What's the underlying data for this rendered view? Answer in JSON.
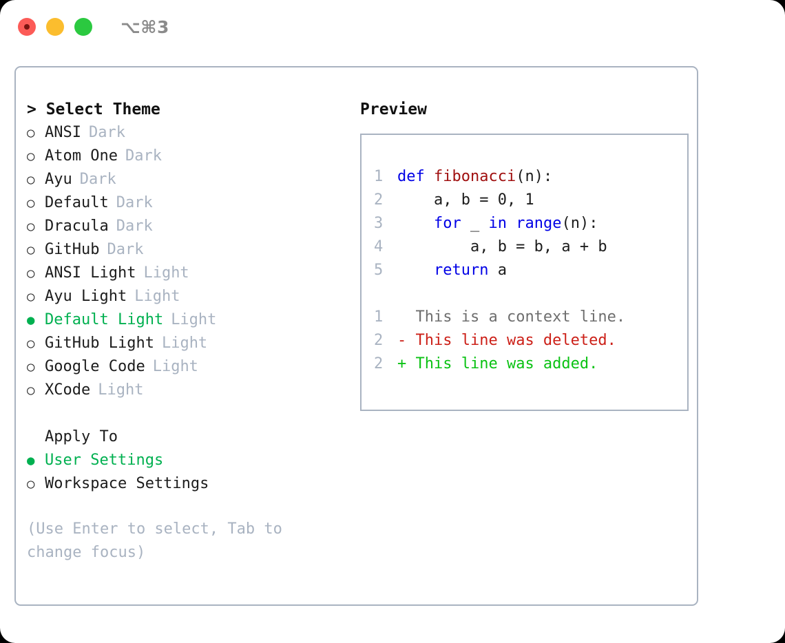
{
  "titlebar": {
    "shortcut": "⌥⌘3",
    "buttons": [
      {
        "name": "close",
        "color": "#fc5b57"
      },
      {
        "name": "minimize",
        "color": "#fbbd2e"
      },
      {
        "name": "maximize",
        "color": "#2bc940"
      }
    ]
  },
  "theme_picker": {
    "header": "> Select Theme",
    "selected_marker": "●",
    "unselected_marker": "○",
    "items": [
      {
        "marker": "○",
        "label": "ANSI",
        "tag": "Dark",
        "selected": false
      },
      {
        "marker": "○",
        "label": "Atom One",
        "tag": "Dark",
        "selected": false
      },
      {
        "marker": "○",
        "label": "Ayu",
        "tag": "Dark",
        "selected": false
      },
      {
        "marker": "○",
        "label": "Default",
        "tag": "Dark",
        "selected": false
      },
      {
        "marker": "○",
        "label": "Dracula",
        "tag": "Dark",
        "selected": false
      },
      {
        "marker": "○",
        "label": "GitHub",
        "tag": "Dark",
        "selected": false
      },
      {
        "marker": "○",
        "label": "ANSI Light",
        "tag": "Light",
        "selected": false
      },
      {
        "marker": "○",
        "label": "Ayu Light",
        "tag": "Light",
        "selected": false
      },
      {
        "marker": "●",
        "label": "Default Light",
        "tag": "Light",
        "selected": true
      },
      {
        "marker": "○",
        "label": "GitHub Light",
        "tag": "Light",
        "selected": false
      },
      {
        "marker": "○",
        "label": "Google Code",
        "tag": "Light",
        "selected": false
      },
      {
        "marker": "○",
        "label": "XCode",
        "tag": "Light",
        "selected": false
      }
    ]
  },
  "apply_to": {
    "header": "Apply To",
    "items": [
      {
        "marker": "●",
        "label": "User Settings",
        "selected": true
      },
      {
        "marker": "○",
        "label": "Workspace Settings",
        "selected": false
      }
    ]
  },
  "help": {
    "text": "(Use Enter to select, Tab to change focus)"
  },
  "preview": {
    "title": "Preview",
    "code_lines": [
      {
        "number": "1",
        "tokens": [
          {
            "text": "def ",
            "kind": "kw"
          },
          {
            "text": "fibonacci",
            "kind": "fn"
          },
          {
            "text": "(n):",
            "kind": "plain"
          }
        ]
      },
      {
        "number": "2",
        "tokens": [
          {
            "text": "    a, b = 0, 1",
            "kind": "plain"
          }
        ]
      },
      {
        "number": "3",
        "tokens": [
          {
            "text": "    ",
            "kind": "plain"
          },
          {
            "text": "for",
            "kind": "kw"
          },
          {
            "text": " _ ",
            "kind": "plain"
          },
          {
            "text": "in range",
            "kind": "kw"
          },
          {
            "text": "(n):",
            "kind": "plain"
          }
        ]
      },
      {
        "number": "4",
        "tokens": [
          {
            "text": "        a, b = b, a + b",
            "kind": "plain"
          }
        ]
      },
      {
        "number": "5",
        "tokens": [
          {
            "text": "    ",
            "kind": "plain"
          },
          {
            "text": "return",
            "kind": "kw"
          },
          {
            "text": " a",
            "kind": "plain"
          }
        ]
      }
    ],
    "diff_lines": [
      {
        "number": "1",
        "prefix": "  ",
        "text": "This is a context line.",
        "kind": "context"
      },
      {
        "number": "2",
        "prefix": "- ",
        "text": "This line was deleted.",
        "kind": "deleted"
      },
      {
        "number": "2",
        "prefix": "+ ",
        "text": "This line was added.",
        "kind": "added"
      }
    ]
  },
  "colors": {
    "selected_green": "#00b050",
    "tag_grey": "#a9b3c1",
    "keyword_blue": "#0000e6",
    "function_red": "#a01010",
    "diff_deleted_red": "#cc2018",
    "diff_added_green": "#0ac213",
    "border_grey": "#a9b3c1"
  }
}
